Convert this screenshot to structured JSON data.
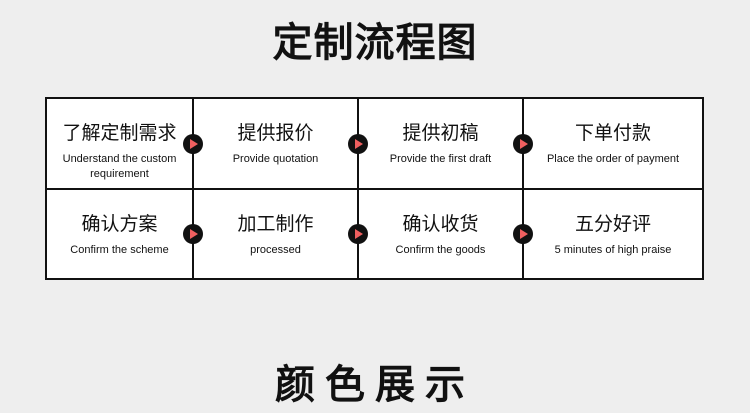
{
  "title": "定制流程图",
  "steps": [
    {
      "zh": "了解定制需求",
      "en": "Understand the custom requirement"
    },
    {
      "zh": "提供报价",
      "en": "Provide quotation"
    },
    {
      "zh": "提供初稿",
      "en": "Provide the first draft"
    },
    {
      "zh": "下单付款",
      "en": "Place the order of payment"
    },
    {
      "zh": "确认方案",
      "en": "Confirm the scheme"
    },
    {
      "zh": "加工制作",
      "en": "processed"
    },
    {
      "zh": "确认收货",
      "en": "Confirm the goods"
    },
    {
      "zh": "五分好评",
      "en": "5 minutes of high praise"
    }
  ],
  "footer_title": "颜色展示",
  "arrow_icon": "arrow-right-icon",
  "colors": {
    "arrow_fill": "#111111",
    "arrow_head": "#f06060",
    "background": "#eeeeee"
  }
}
